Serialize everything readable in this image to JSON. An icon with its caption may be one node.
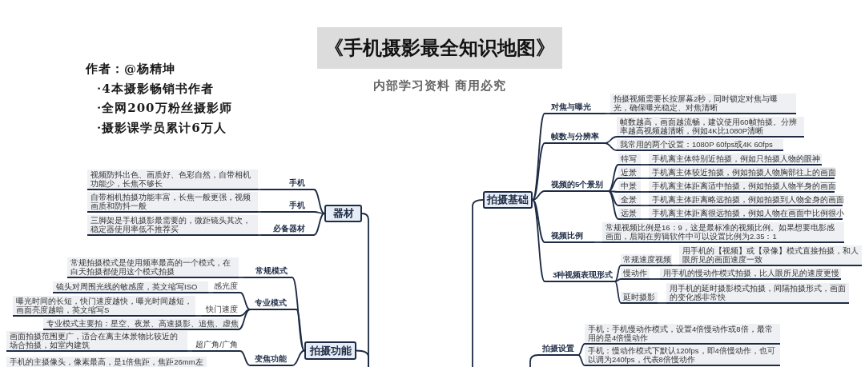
{
  "diagram": {
    "title": "《手机摄影最全知识地图》",
    "nodes": [
      {
        "text": [
          "器材"
        ]
      },
      {
        "text": [
          "手机"
        ]
      },
      {
        "text": [
          "视频防抖出色、画质好、色彩自然，自带相机功能少，长焦不够长"
        ]
      },
      {
        "text": [
          "手机"
        ]
      },
      {
        "text": [
          "自带相机拍摄功能丰富，长焦一般更强，视频画质和防抖一般"
        ]
      },
      {
        "text": [
          "必备器材"
        ]
      },
      {
        "text": [
          "三脚架是手机摄影最需要的，微距镜头其次，稳定器使用率低不推荐买"
        ]
      },
      {
        "text": [
          "拍摄功能"
        ]
      },
      {
        "text": [
          "常规模式"
        ]
      },
      {
        "text": [
          "常规拍摄模式是使用频率最高的一个模式，在白天拍摄都使用这个模式拍摄"
        ]
      },
      {
        "text": [
          "专业模式"
        ]
      },
      {
        "text": [
          "感光度"
        ]
      },
      {
        "text": [
          "镜头对周围光线的敏感度，英文缩写ISO"
        ]
      },
      {
        "text": [
          "快门速度"
        ]
      },
      {
        "text": [
          "曝光时间的长短，快门速度越快，曝光时间越短，画面亮度越暗，英文缩写S"
        ]
      },
      {
        "text": [
          "专业模式主要拍：星空、夜景、高速摄影、追焦、虚焦"
        ]
      },
      {
        "text": [
          "变焦功能"
        ]
      },
      {
        "text": [
          "超广角/广角"
        ]
      },
      {
        "text": [
          "画面拍摄范围更广，适合在离主体景物比较近的场合拍摄，如室内建筑"
        ]
      },
      {
        "text": [
          "手机的主摄像头，像素最高，是1倍焦距，焦距26mm左"
        ]
      },
      {
        "text": [
          "拍摄基础"
        ]
      },
      {
        "text": [
          "对焦与曝光"
        ]
      },
      {
        "text": [
          "拍摄视频需要长按屏幕2秒，同时锁定对焦与曝光，确保曝光稳定、对焦清晰"
        ]
      },
      {
        "text": [
          "帧数与分辨率"
        ]
      },
      {
        "text": [
          "帧数越高，画面越流畅，建议使用60帧拍摄。分辨率越高视频越清晰，例如4K比1080P清晰"
        ]
      },
      {
        "text": [
          "我常用的两个设置：1080P 60fps或4K 60fps"
        ]
      },
      {
        "text": [
          "视频的5个景别"
        ]
      },
      {
        "text": [
          "特写"
        ]
      },
      {
        "text": [
          "手机离主体特别近拍摄，例如只拍摄人物的眼神"
        ]
      },
      {
        "text": [
          "近景"
        ]
      },
      {
        "text": [
          "手机离主体较近拍摄，例如拍摄人物胸部往上的画面"
        ]
      },
      {
        "text": [
          "中景"
        ]
      },
      {
        "text": [
          "手机离主体距离适中拍摄，例如拍摄人物半身的画面"
        ]
      },
      {
        "text": [
          "全景"
        ]
      },
      {
        "text": [
          "手机离主体距离略远拍摄，例如拍摄到人物全身的画面"
        ]
      },
      {
        "text": [
          "远景"
        ]
      },
      {
        "text": [
          "手机离主体距离很远拍摄，例如人物在画面中比例很小"
        ]
      },
      {
        "text": [
          "视频比例"
        ]
      },
      {
        "text": [
          "常规视频比例是16：9，这是最标准的视频比例。如果想要电影感画面，后期在剪辑软件中可以设置比例为2.35：1"
        ]
      },
      {
        "text": [
          "3种视频表现形式"
        ]
      },
      {
        "text": [
          "常规速度视频"
        ]
      },
      {
        "text": [
          "用手机的【视频】或【录像】模式直接拍摄，和人眼所见的画面速度一致"
        ]
      },
      {
        "text": [
          "慢动作"
        ]
      },
      {
        "text": [
          "用手机的慢动作模式拍摄，比人眼所见的速度更慢"
        ]
      },
      {
        "text": [
          "延时摄影"
        ]
      },
      {
        "text": [
          "用手机的延时摄影模式拍摄，间隔拍摄形式，画面的变化感非常快"
        ]
      },
      {
        "text": [
          "拍摄设置"
        ]
      },
      {
        "text": [
          "手机：手机慢动作模式，设置4倍慢动作或8倍，最常用的是4倍慢动作"
        ]
      },
      {
        "text": [
          "手机：慢动作模式下默认120fps，即4倍慢动作，也可以调为240fps，代表8倍慢动作"
        ]
      }
    ],
    "edges": [
      {
        "from": null,
        "to": 0,
        "arrow": "none"
      },
      {
        "from": 0,
        "to": 1,
        "arrow": "none"
      },
      {
        "from": 1,
        "to": 2,
        "arrow": "none"
      },
      {
        "from": 0,
        "to": 3,
        "arrow": "none"
      },
      {
        "from": 3,
        "to": 4,
        "arrow": "none"
      },
      {
        "from": 0,
        "to": 5,
        "arrow": "none"
      },
      {
        "from": 5,
        "to": 6,
        "arrow": "none"
      },
      {
        "from": null,
        "to": 7,
        "arrow": "none"
      },
      {
        "from": 7,
        "to": 8,
        "arrow": "none"
      },
      {
        "from": 8,
        "to": 9,
        "arrow": "none"
      },
      {
        "from": 7,
        "to": 10,
        "arrow": "none"
      },
      {
        "from": 10,
        "to": 11,
        "arrow": "none"
      },
      {
        "from": 11,
        "to": 12,
        "arrow": "none"
      },
      {
        "from": 10,
        "to": 13,
        "arrow": "none"
      },
      {
        "from": 13,
        "to": 14,
        "arrow": "none"
      },
      {
        "from": 10,
        "to": 15,
        "arrow": "none"
      },
      {
        "from": 7,
        "to": 16,
        "arrow": "none"
      },
      {
        "from": 16,
        "to": 17,
        "arrow": "none"
      },
      {
        "from": 17,
        "to": 18,
        "arrow": "none"
      },
      {
        "from": null,
        "to": 20,
        "arrow": "none"
      },
      {
        "from": 20,
        "to": 21,
        "arrow": "none"
      },
      {
        "from": 21,
        "to": 22,
        "arrow": "none"
      },
      {
        "from": 20,
        "to": 23,
        "arrow": "none"
      },
      {
        "from": 23,
        "to": 24,
        "arrow": "none"
      },
      {
        "from": 23,
        "to": 25,
        "arrow": "none"
      },
      {
        "from": 20,
        "to": 26,
        "arrow": "none"
      },
      {
        "from": 26,
        "to": 27,
        "arrow": "none"
      },
      {
        "from": 27,
        "to": 28,
        "arrow": "none"
      },
      {
        "from": 26,
        "to": 29,
        "arrow": "none"
      },
      {
        "from": 29,
        "to": 30,
        "arrow": "none"
      },
      {
        "from": 26,
        "to": 31,
        "arrow": "none"
      },
      {
        "from": 31,
        "to": 32,
        "arrow": "none"
      },
      {
        "from": 26,
        "to": 33,
        "arrow": "none"
      },
      {
        "from": 33,
        "to": 34,
        "arrow": "none"
      },
      {
        "from": 26,
        "to": 35,
        "arrow": "none"
      },
      {
        "from": 35,
        "to": 36,
        "arrow": "none"
      },
      {
        "from": 20,
        "to": 37,
        "arrow": "none"
      },
      {
        "from": 37,
        "to": 38,
        "arrow": "none"
      },
      {
        "from": 20,
        "to": 39,
        "arrow": "none"
      },
      {
        "from": 39,
        "to": 40,
        "arrow": "none"
      },
      {
        "from": 40,
        "to": 41,
        "arrow": "none"
      },
      {
        "from": 39,
        "to": 42,
        "arrow": "none"
      },
      {
        "from": 42,
        "to": 43,
        "arrow": "none"
      },
      {
        "from": 39,
        "to": 44,
        "arrow": "none"
      },
      {
        "from": 44,
        "to": 45,
        "arrow": "none"
      },
      {
        "from": null,
        "to": 46,
        "arrow": "none"
      },
      {
        "from": 46,
        "to": 47,
        "arrow": "none"
      },
      {
        "from": 46,
        "to": 48,
        "arrow": "none"
      }
    ],
    "labels": [
      "内部学习资料 商用必究",
      "作者：@杨精坤",
      "·4本摄影畅销书作者",
      "·全网200万粉丝摄影师",
      "·摄影课学员累计6万人"
    ]
  }
}
